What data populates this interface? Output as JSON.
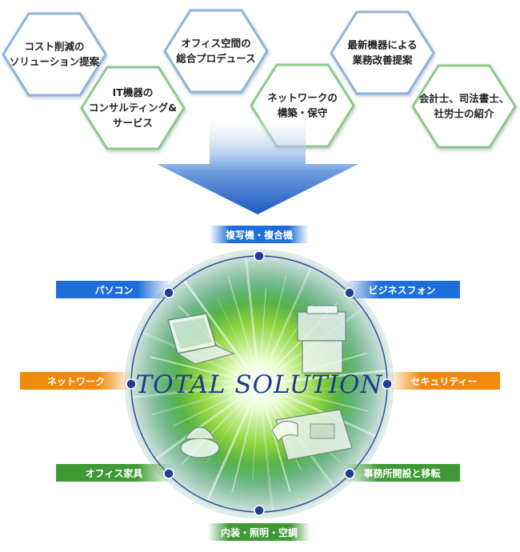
{
  "services": [
    {
      "lines": [
        "コスト削減の",
        "ソリューション提案"
      ],
      "border": "blue"
    },
    {
      "lines": [
        "IT機器の",
        "コンサルティング&",
        "サービス"
      ],
      "border": "green"
    },
    {
      "lines": [
        "オフィス空間の",
        "総合プロデュース"
      ],
      "border": "blue"
    },
    {
      "lines": [
        "ネットワークの",
        "構築・保守"
      ],
      "border": "green"
    },
    {
      "lines": [
        "最新機器による",
        "業務改善提案"
      ],
      "border": "blue"
    },
    {
      "lines": [
        "会計士、司法書士、",
        "社労士の紹介"
      ],
      "border": "green"
    }
  ],
  "center_title": "TOTAL SOLUTION",
  "categories": [
    {
      "label": "複写機・複合機",
      "color": "blue"
    },
    {
      "label": "ビジネスフォン",
      "color": "blue"
    },
    {
      "label": "セキュリティー",
      "color": "orange"
    },
    {
      "label": "事務所開設と移転",
      "color": "green"
    },
    {
      "label": "内装・照明・空調",
      "color": "green"
    },
    {
      "label": "オフィス家具",
      "color": "green"
    },
    {
      "label": "ネットワーク",
      "color": "orange"
    },
    {
      "label": "パソコン",
      "color": "blue"
    }
  ],
  "colors": {
    "blue": "#1e6ed8",
    "green": "#3f9a36",
    "orange": "#f08a0c",
    "hex_blue_border": "#8fb2dd",
    "hex_green_border": "#8cc98a",
    "circle": "#2e4f9c",
    "node": "#1f3f95",
    "title": "#1f3c8f"
  }
}
